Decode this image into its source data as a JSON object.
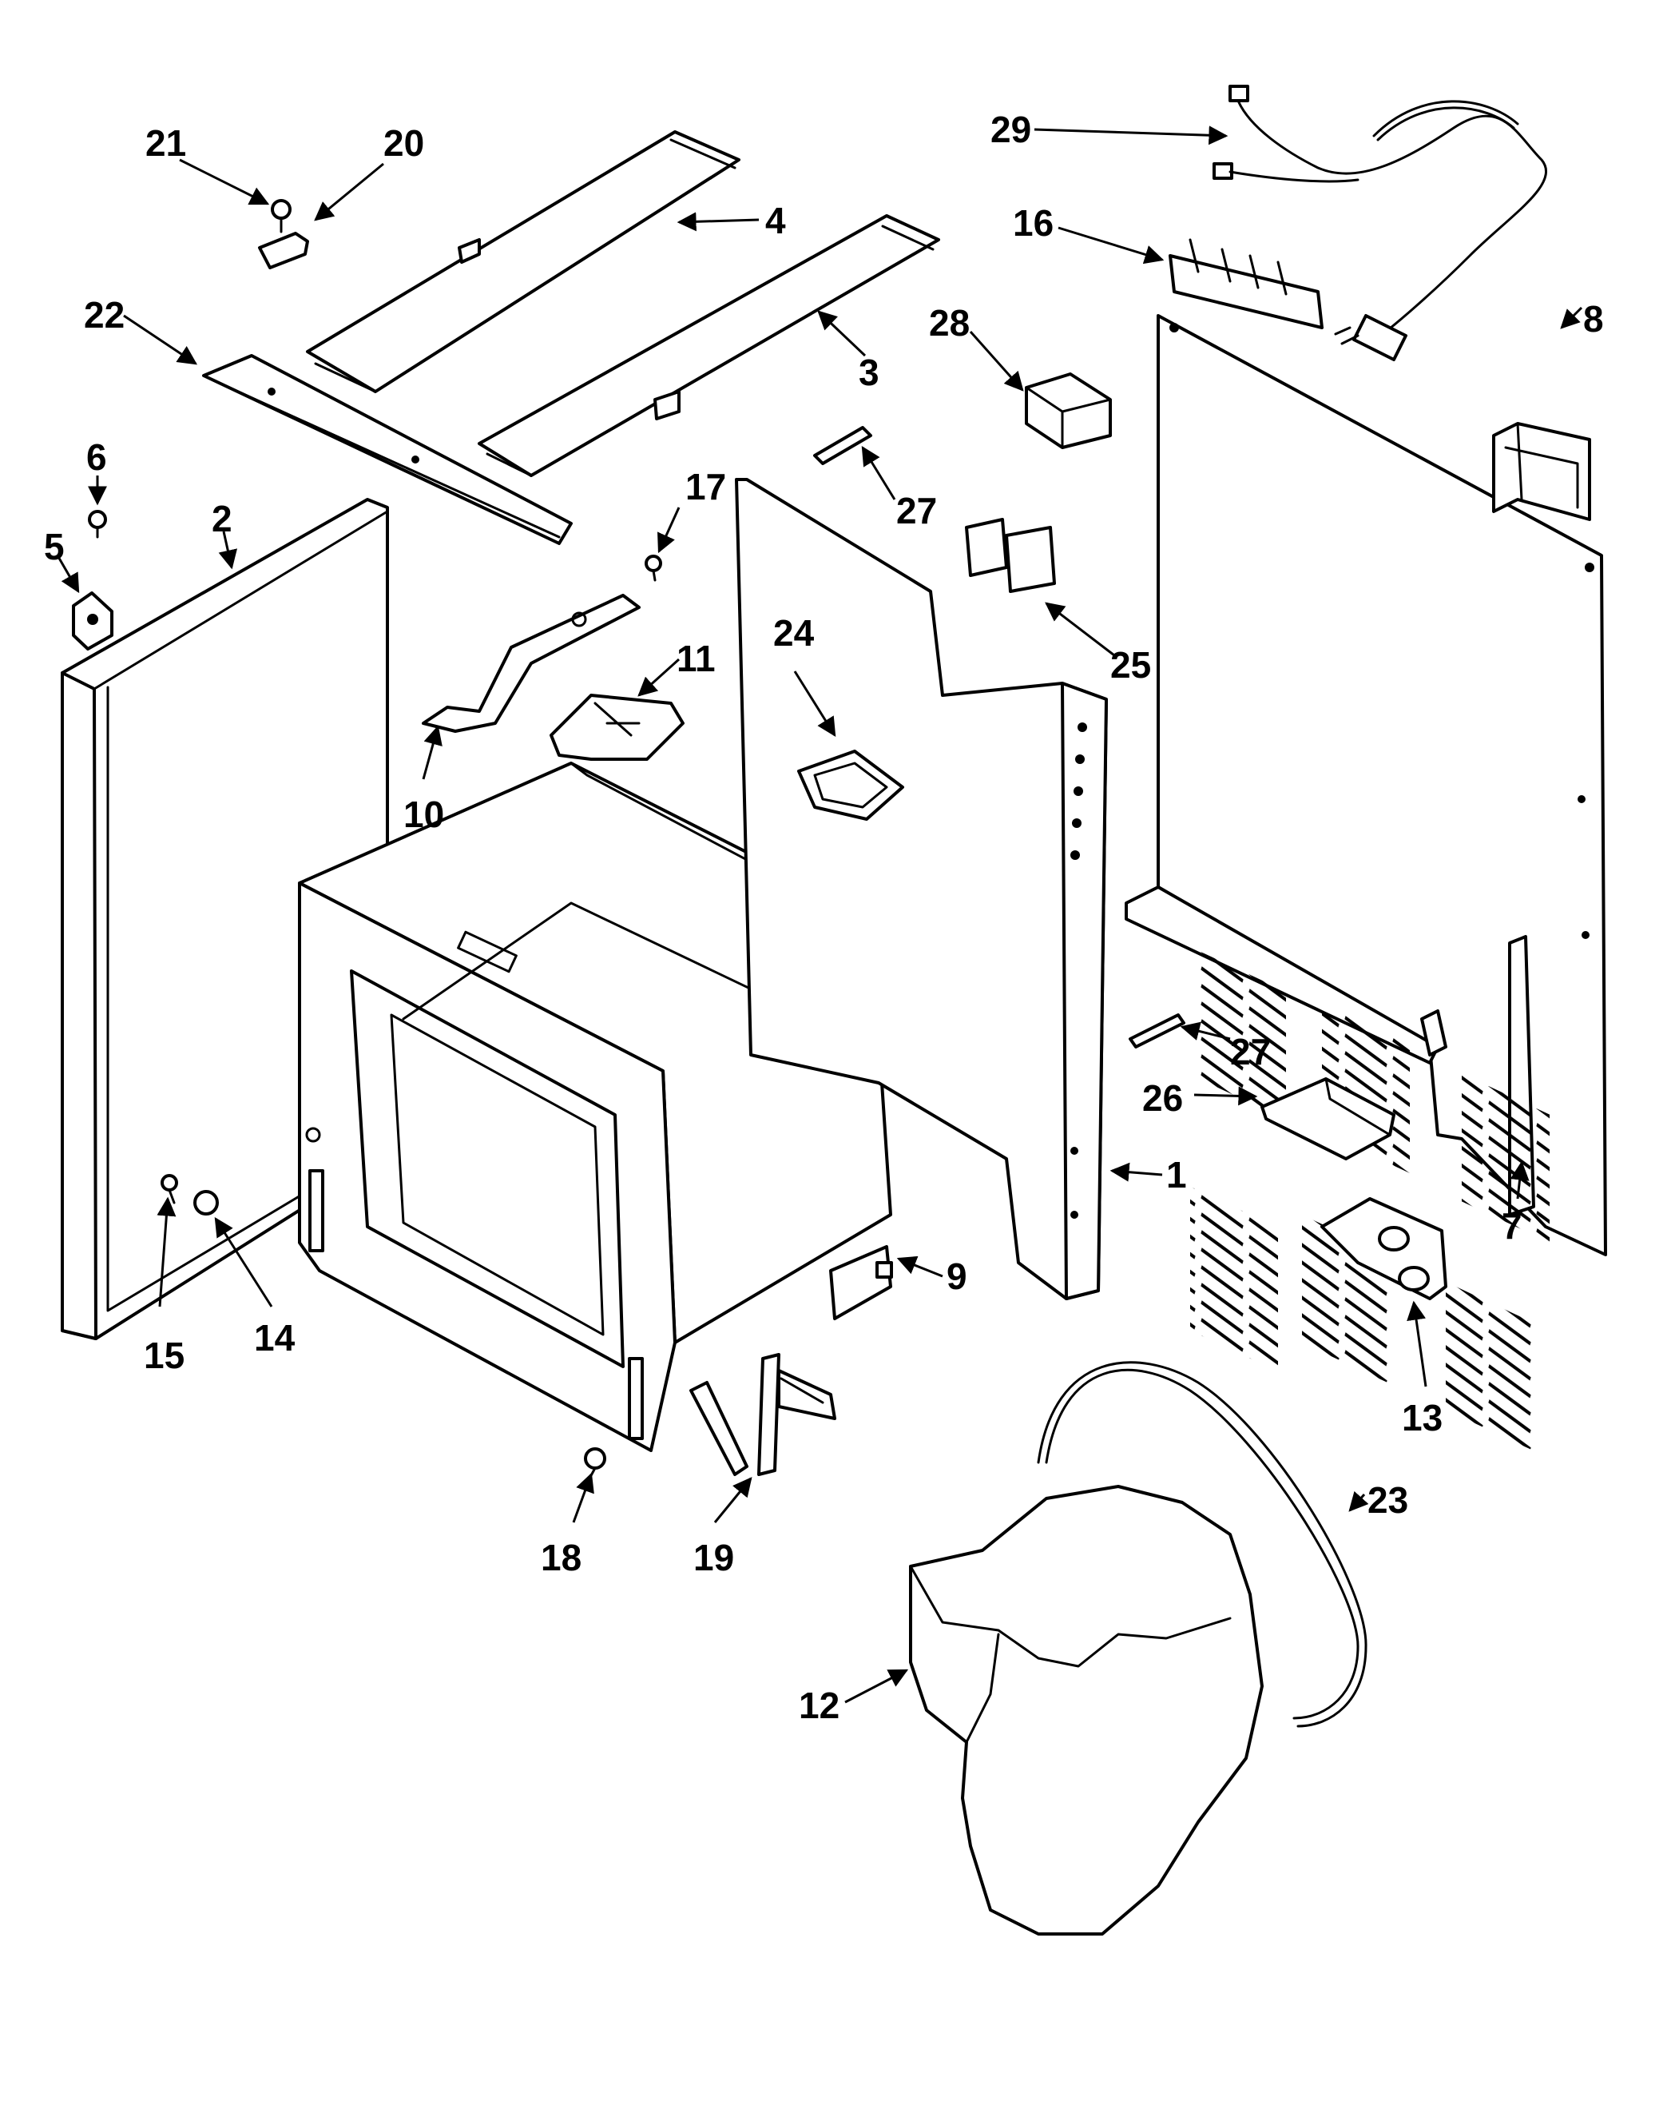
{
  "diagram": {
    "background": "#ffffff",
    "ink": "#000000",
    "callouts": [
      {
        "label": "1"
      },
      {
        "label": "2"
      },
      {
        "label": "3"
      },
      {
        "label": "4"
      },
      {
        "label": "5"
      },
      {
        "label": "6"
      },
      {
        "label": "7"
      },
      {
        "label": "8"
      },
      {
        "label": "9"
      },
      {
        "label": "10"
      },
      {
        "label": "11"
      },
      {
        "label": "12"
      },
      {
        "label": "13"
      },
      {
        "label": "14"
      },
      {
        "label": "15"
      },
      {
        "label": "16"
      },
      {
        "label": "17"
      },
      {
        "label": "18"
      },
      {
        "label": "19"
      },
      {
        "label": "20"
      },
      {
        "label": "21"
      },
      {
        "label": "22"
      },
      {
        "label": "23"
      },
      {
        "label": "24"
      },
      {
        "label": "25"
      },
      {
        "label": "26"
      },
      {
        "label": "27"
      },
      {
        "label": "27"
      },
      {
        "label": "28"
      },
      {
        "label": "29"
      }
    ]
  }
}
